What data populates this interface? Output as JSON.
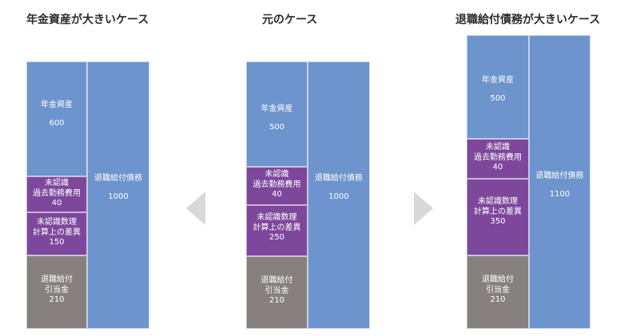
{
  "labels": {
    "pension_assets": "年金資産",
    "unrecognized": "未認識",
    "past_service_cost": "過去勤務費用",
    "unrecognized_actuarial": "未認識数理",
    "actuarial_difference": "計算上の差異",
    "retirement_benefit": "退職給付",
    "allowance": "引当金",
    "obligation": "退職給付債務"
  },
  "cases": [
    {
      "title": "年金資産が大きいケース",
      "assets": "600",
      "psc": "40",
      "actuarial": "150",
      "allowance": "210",
      "obligation": "1000"
    },
    {
      "title": "元のケース",
      "assets": "500",
      "psc": "40",
      "actuarial": "250",
      "allowance": "210",
      "obligation": "1000"
    },
    {
      "title": "退職給付債務が大きいケース",
      "assets": "500",
      "psc": "40",
      "actuarial": "350",
      "allowance": "210",
      "obligation": "1100"
    }
  ],
  "colors": {
    "assets": "#6d94cc",
    "unrecognized": "#7d489c",
    "allowance": "#86817e",
    "obligation": "#6d94cc",
    "arrow": "#d9d9d9"
  }
}
